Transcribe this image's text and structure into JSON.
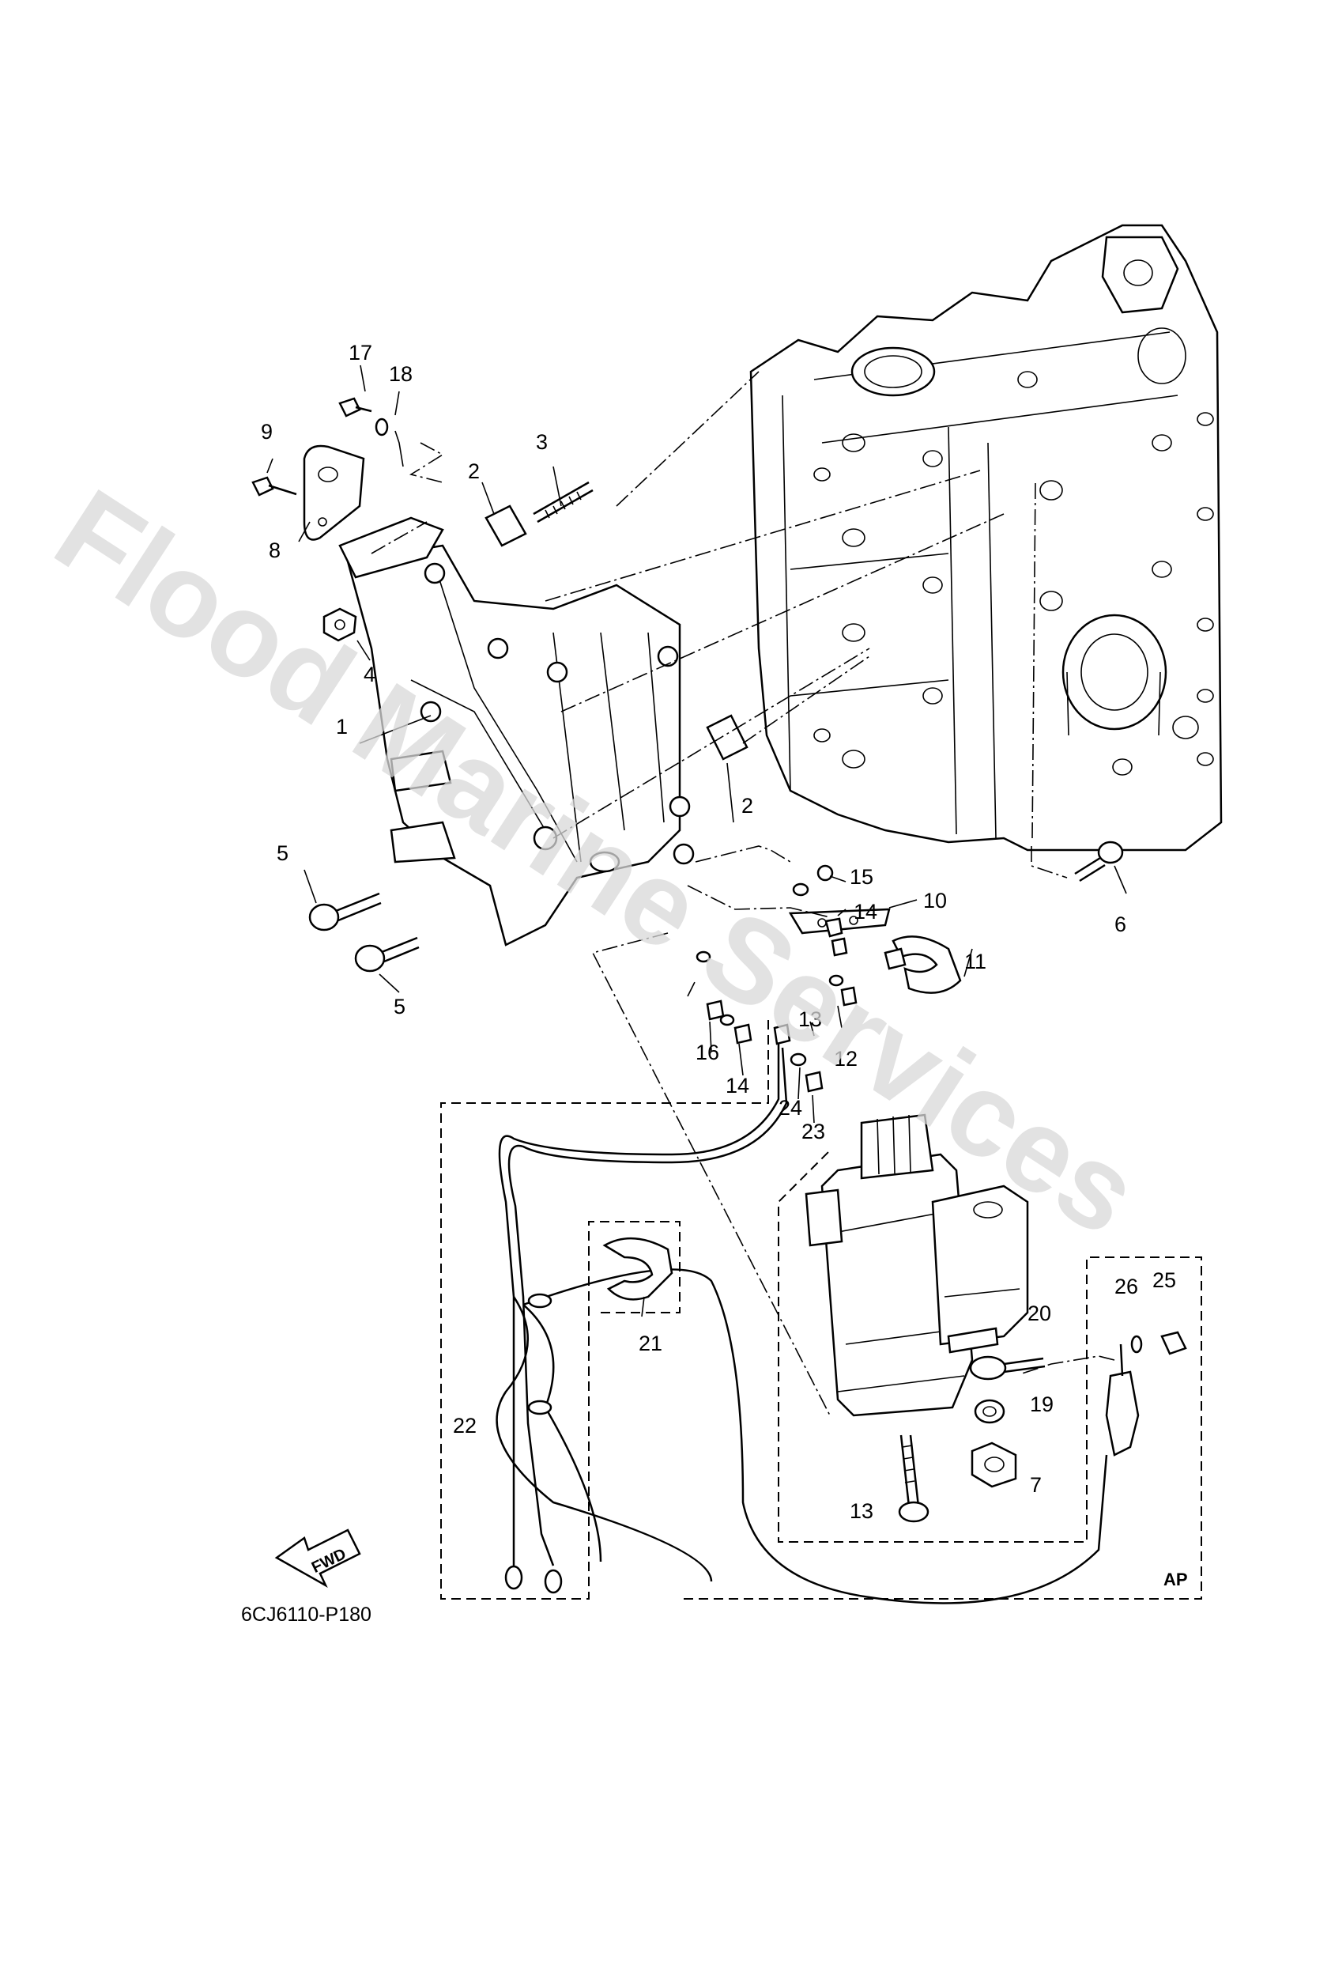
{
  "diagram": {
    "watermark": "Flood Marine Services",
    "drawing_code": "6CJ6110-P180",
    "fwd_label": "FWD",
    "ap_label": "AP",
    "callouts": [
      "1",
      "2",
      "2",
      "3",
      "4",
      "5",
      "5",
      "6",
      "7",
      "8",
      "9",
      "10",
      "11",
      "12",
      "13",
      "13",
      "14",
      "14",
      "15",
      "16",
      "17",
      "18",
      "19",
      "20",
      "21",
      "22",
      "23",
      "24",
      "25",
      "26"
    ]
  }
}
